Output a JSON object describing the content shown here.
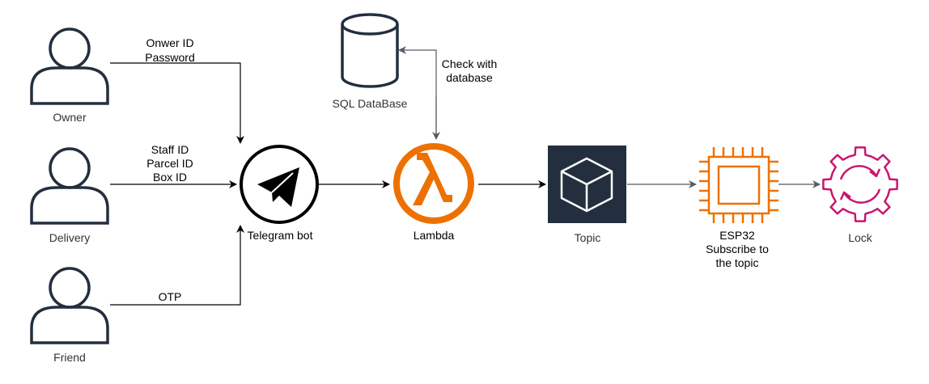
{
  "nodes": {
    "owner": {
      "label": "Owner"
    },
    "delivery": {
      "label": "Delivery"
    },
    "friend": {
      "label": "Friend"
    },
    "telegram": {
      "label": "Telegram bot"
    },
    "database": {
      "label": "SQL DataBase"
    },
    "lambda": {
      "label": "Lambda",
      "icon": "lambda-icon"
    },
    "topic": {
      "label": "Topic"
    },
    "esp32": {
      "label_lines": [
        "ESP32",
        "Subscribe to",
        "the topic"
      ]
    },
    "lock": {
      "label": "Lock"
    }
  },
  "edges": {
    "owner_to_telegram": {
      "label_lines": [
        "Onwer ID",
        "Password"
      ]
    },
    "delivery_to_telegram": {
      "label_lines": [
        "Staff ID",
        "Parcel ID",
        "Box ID"
      ]
    },
    "friend_to_telegram": {
      "label_lines": [
        "OTP"
      ]
    },
    "lambda_database": {
      "label_lines": [
        "Check with",
        "database"
      ]
    }
  },
  "colors": {
    "person_stroke": "#232f3e",
    "lambda_orange": "#ed7100",
    "topic_bg": "#232f3e",
    "esp32_orange": "#ed7100",
    "lock_magenta": "#c7166f",
    "arrow_dark": "#000000",
    "arrow_gray": "#545b64"
  }
}
